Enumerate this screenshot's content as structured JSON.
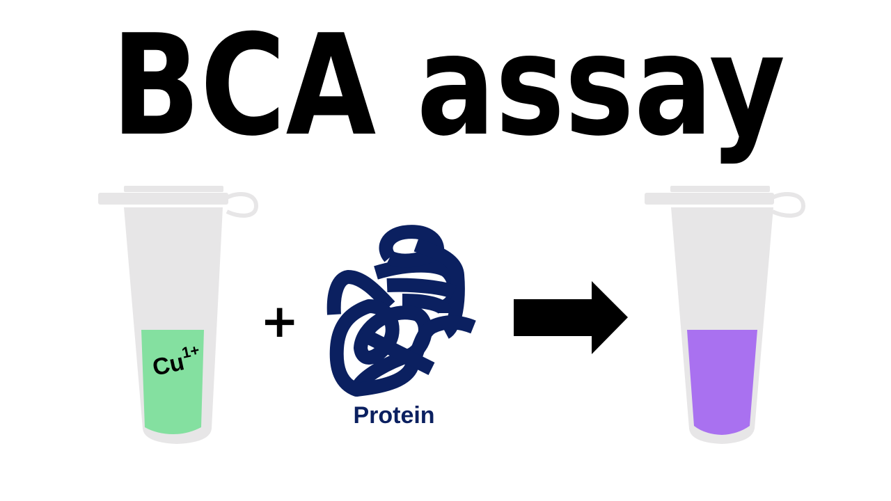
{
  "title": "BCA assay",
  "reactant_tube": {
    "label": "Cu",
    "superscript": "1+",
    "liquid_color": "#84e0a0"
  },
  "plus_symbol": "+",
  "protein": {
    "label": "Protein",
    "color": "#0b2060"
  },
  "product_tube": {
    "liquid_color": "#a971f0"
  },
  "tube_color": "#e7e6e7",
  "arrow_color": "#000000"
}
